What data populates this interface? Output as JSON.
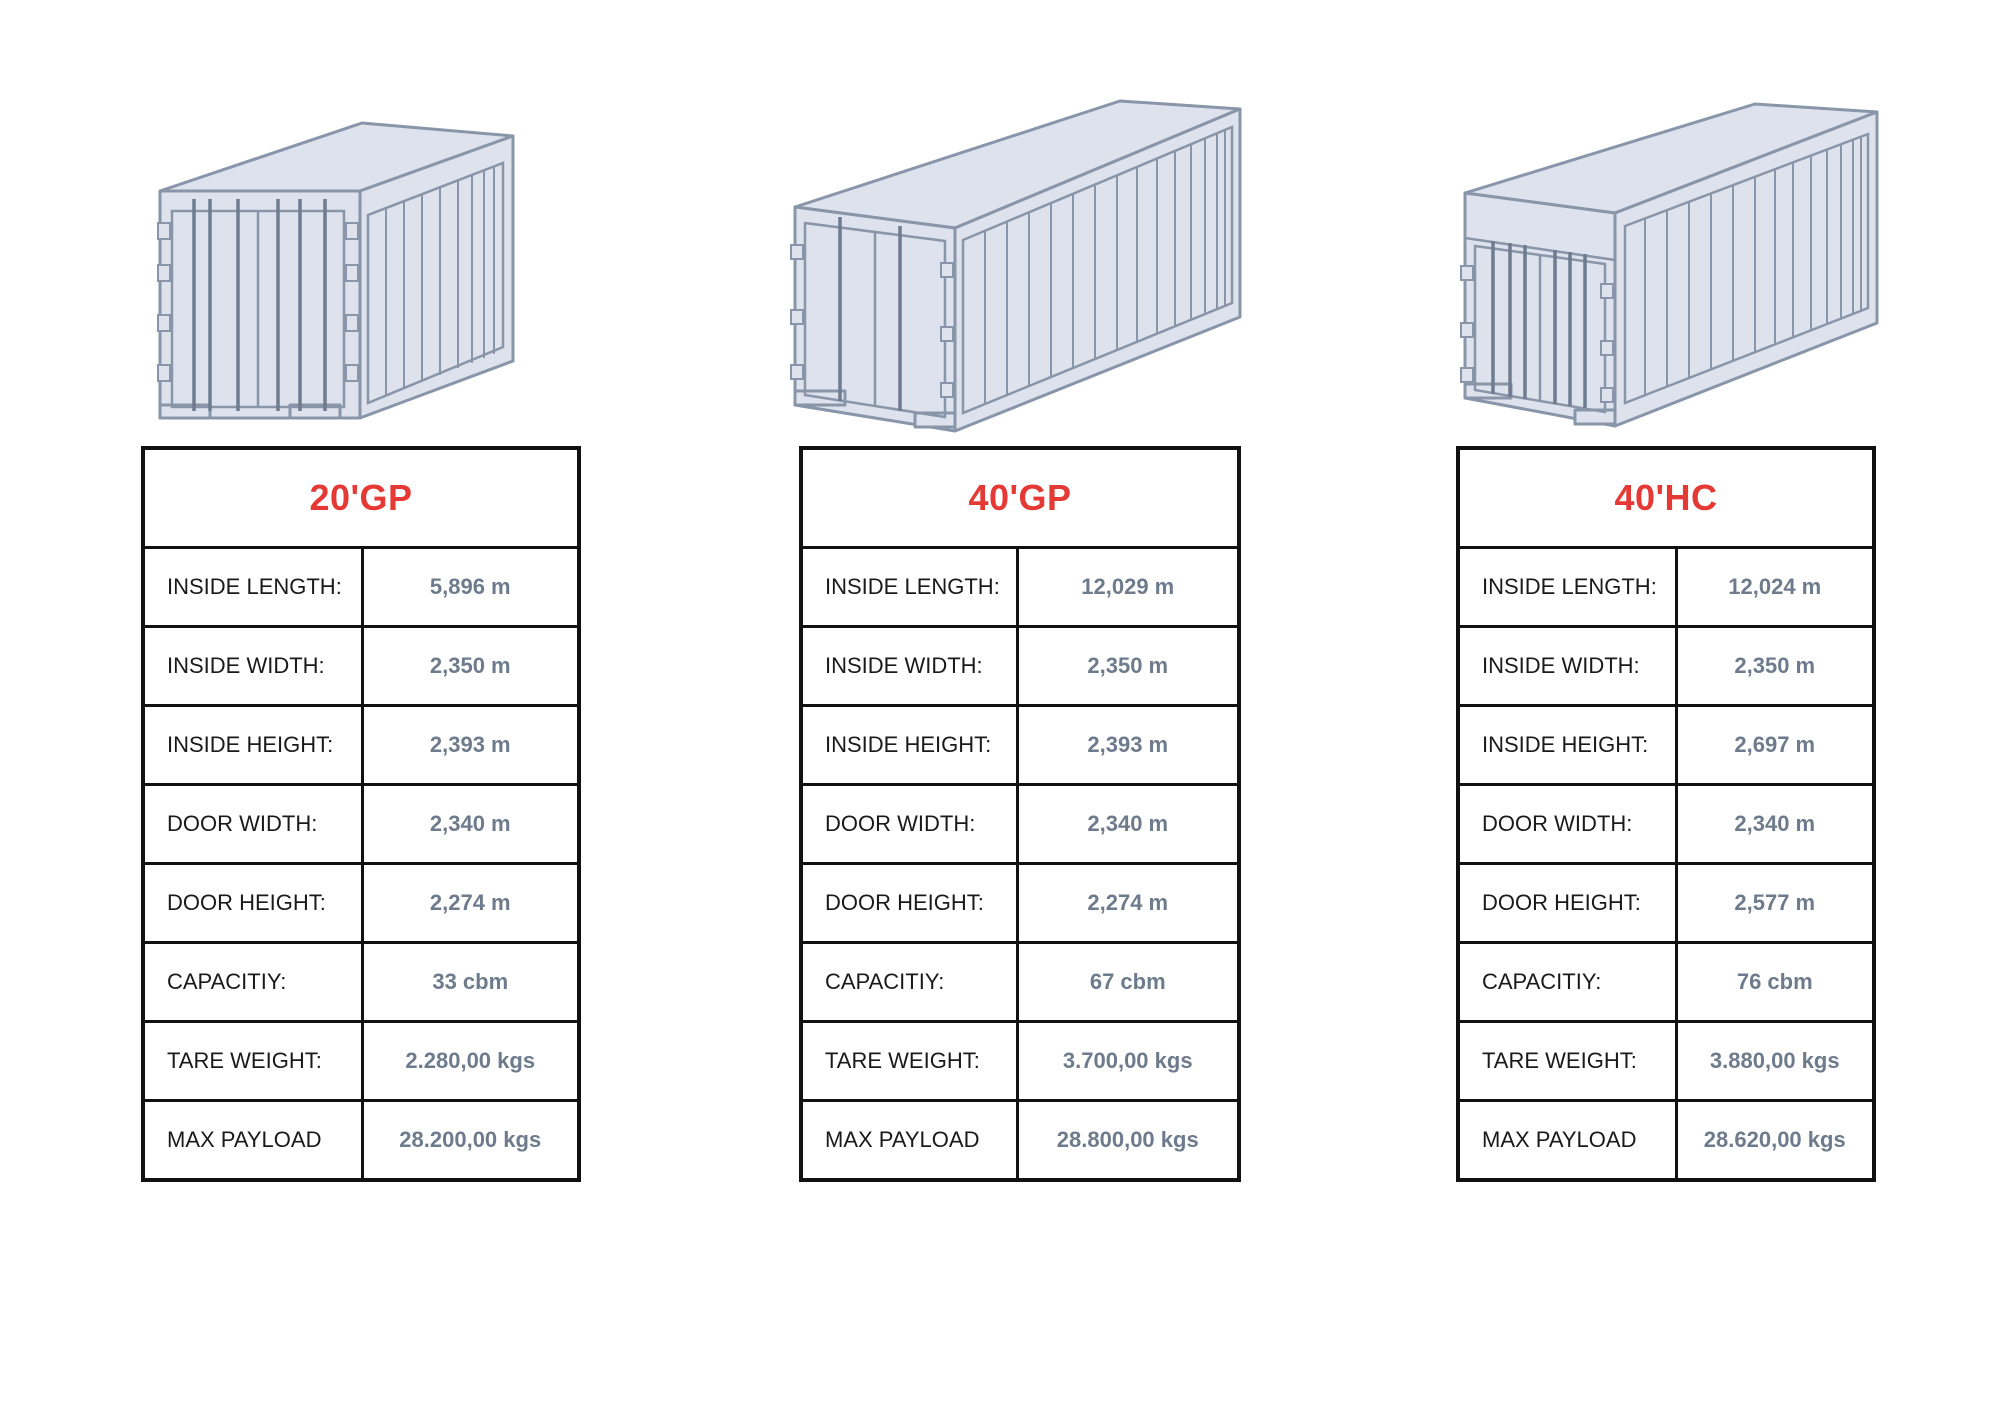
{
  "colors": {
    "title_red": "#e53935",
    "value_slate": "#6e7b8c",
    "container_fill": "#dde2ec",
    "container_stroke": "#8995a8"
  },
  "containers": [
    {
      "title": "20'GP",
      "image": "container-20ft-illustration",
      "rows": [
        {
          "label": "INSIDE LENGTH:",
          "value": "5,896 m"
        },
        {
          "label": "INSIDE WIDTH:",
          "value": "2,350 m"
        },
        {
          "label": "INSIDE HEIGHT:",
          "value": "2,393 m"
        },
        {
          "label": "DOOR WIDTH:",
          "value": "2,340 m"
        },
        {
          "label": "DOOR HEIGHT:",
          "value": "2,274 m"
        },
        {
          "label": "CAPACITIY:",
          "value": "33 cbm"
        },
        {
          "label": "TARE WEIGHT:",
          "value": "2.280,00 kgs"
        },
        {
          "label": "MAX PAYLOAD",
          "value": "28.200,00 kgs"
        }
      ]
    },
    {
      "title": "40'GP",
      "image": "container-40ft-illustration",
      "rows": [
        {
          "label": "INSIDE LENGTH:",
          "value": "12,029 m"
        },
        {
          "label": "INSIDE WIDTH:",
          "value": "2,350 m"
        },
        {
          "label": "INSIDE HEIGHT:",
          "value": "2,393 m"
        },
        {
          "label": "DOOR WIDTH:",
          "value": "2,340 m"
        },
        {
          "label": "DOOR HEIGHT:",
          "value": "2,274 m"
        },
        {
          "label": "CAPACITIY:",
          "value": "67 cbm"
        },
        {
          "label": "TARE WEIGHT:",
          "value": "3.700,00 kgs"
        },
        {
          "label": "MAX PAYLOAD",
          "value": "28.800,00 kgs"
        }
      ]
    },
    {
      "title": "40'HC",
      "image": "container-40ft-high-cube-illustration",
      "rows": [
        {
          "label": "INSIDE LENGTH:",
          "value": "12,024 m"
        },
        {
          "label": "INSIDE WIDTH:",
          "value": "2,350 m"
        },
        {
          "label": "INSIDE HEIGHT:",
          "value": "2,697 m"
        },
        {
          "label": "DOOR WIDTH:",
          "value": "2,340 m"
        },
        {
          "label": "DOOR HEIGHT:",
          "value": "2,577 m"
        },
        {
          "label": "CAPACITIY:",
          "value": "76 cbm"
        },
        {
          "label": "TARE WEIGHT:",
          "value": "3.880,00 kgs"
        },
        {
          "label": "MAX PAYLOAD",
          "value": "28.620,00 kgs"
        }
      ]
    }
  ]
}
